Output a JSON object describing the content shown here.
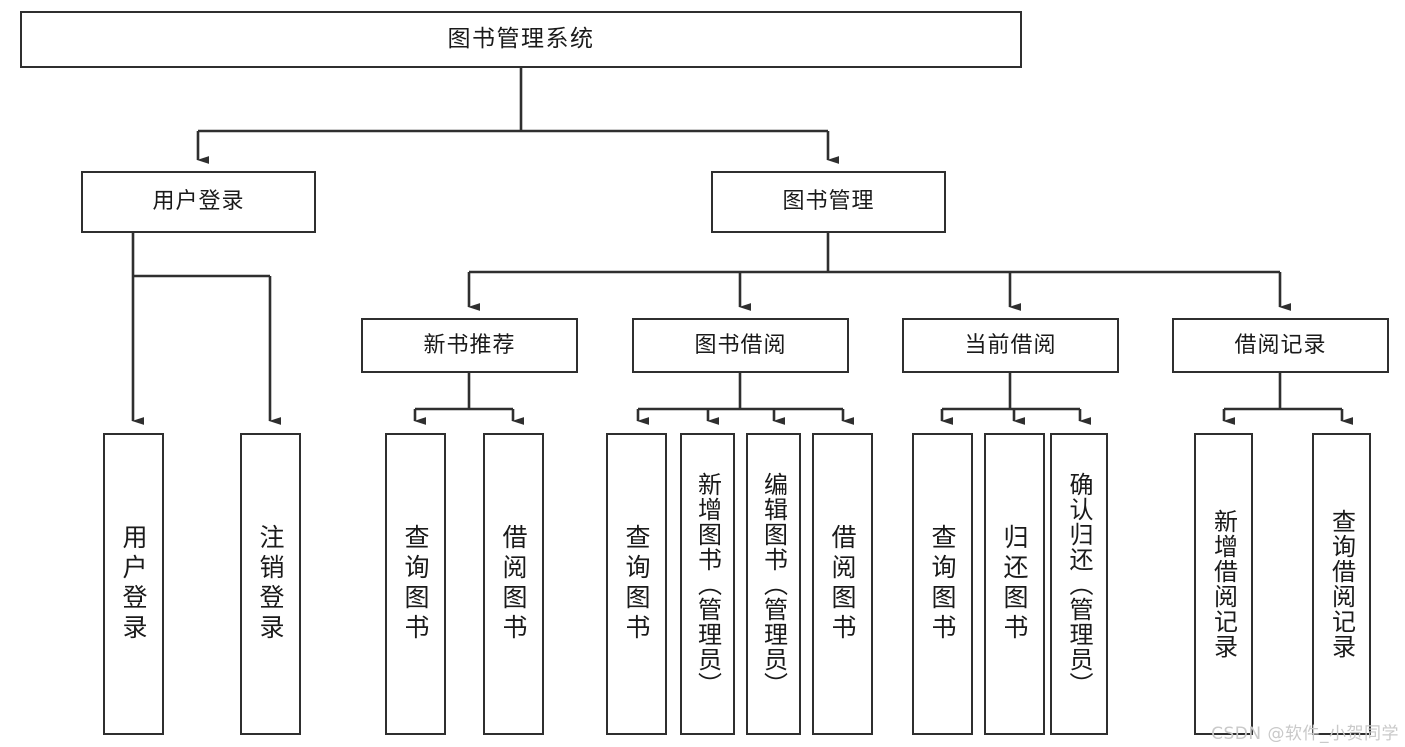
{
  "diagram": {
    "type": "tree",
    "title": "图书管理系统",
    "watermark": "CSDN @软件_小贺同学",
    "colors": {
      "box_border": "#2f2f2f",
      "box_fill": "#ffffff",
      "edge": "#2f2f2f",
      "text": "#1a1a1a",
      "watermark": "#c9c9c9"
    },
    "levels": {
      "root": "图书管理系统",
      "level2": [
        "用户登录",
        "图书管理"
      ],
      "level3": [
        "新书推荐",
        "图书借阅",
        "当前借阅",
        "借阅记录"
      ]
    },
    "nodes": {
      "root": "图书管理系统",
      "user_login": "用户登录",
      "book_manage": "图书管理",
      "new_book_rec": "新书推荐",
      "book_borrow": "图书借阅",
      "current_borrow": "当前借阅",
      "borrow_record": "借阅记录",
      "leaf_user_login": "用户登录",
      "leaf_user_logout": "注销登录",
      "leaf_query_book_1": "查询图书",
      "leaf_borrow_book_1": "借阅图书",
      "leaf_query_book_2": "查询图书",
      "leaf_add_book_admin": "新增图书（管理员）",
      "leaf_edit_book_admin": "编辑图书（管理员）",
      "leaf_borrow_book_2": "借阅图书",
      "leaf_query_book_3": "查询图书",
      "leaf_return_book": "归还图书",
      "leaf_confirm_return_admin": "确认归还（管理员）",
      "leaf_add_record": "新增借阅记录",
      "leaf_query_record": "查询借阅记录"
    },
    "edges": [
      {
        "from": "图书管理系统",
        "to": "用户登录"
      },
      {
        "from": "图书管理系统",
        "to": "图书管理"
      },
      {
        "from": "用户登录",
        "to": "用户登录"
      },
      {
        "from": "用户登录",
        "to": "注销登录"
      },
      {
        "from": "图书管理",
        "to": "新书推荐"
      },
      {
        "from": "图书管理",
        "to": "图书借阅"
      },
      {
        "from": "图书管理",
        "to": "当前借阅"
      },
      {
        "from": "图书管理",
        "to": "借阅记录"
      },
      {
        "from": "新书推荐",
        "to": "查询图书"
      },
      {
        "from": "新书推荐",
        "to": "借阅图书"
      },
      {
        "from": "图书借阅",
        "to": "查询图书"
      },
      {
        "from": "图书借阅",
        "to": "新增图书（管理员）"
      },
      {
        "from": "图书借阅",
        "to": "编辑图书（管理员）"
      },
      {
        "from": "图书借阅",
        "to": "借阅图书"
      },
      {
        "from": "当前借阅",
        "to": "查询图书"
      },
      {
        "from": "当前借阅",
        "to": "归还图书"
      },
      {
        "from": "当前借阅",
        "to": "确认归还（管理员）"
      },
      {
        "from": "借阅记录",
        "to": "新增借阅记录"
      },
      {
        "from": "借阅记录",
        "to": "查询借阅记录"
      }
    ]
  }
}
